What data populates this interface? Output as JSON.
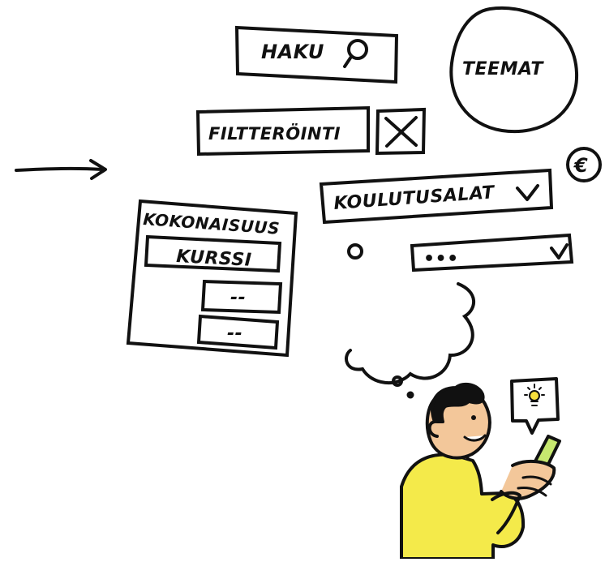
{
  "search": {
    "label": "HAKU",
    "icon": "search-icon"
  },
  "themes": {
    "label": "TEEMAT"
  },
  "filter": {
    "label": "FILTTERÖINTI",
    "clear_icon": "close-icon"
  },
  "currency": {
    "symbol": "€"
  },
  "fields_dropdown": {
    "label": "KOULUTUSALAT",
    "icon": "chevron-down-icon"
  },
  "secondary_dropdown": {
    "label": "•••",
    "icon": "chevron-down-icon"
  },
  "radio": {
    "icon": "radio-circle-icon"
  },
  "panel": {
    "title": "KOKONAISUUS",
    "course_label": "KURSSI",
    "item_1": "--",
    "item_2": "--"
  },
  "illustration": {
    "idea_icon": "lightbulb-icon",
    "colors": {
      "shirt": "#f4ea4a",
      "skin": "#f3c79a",
      "phone": "#c7e86f",
      "ink": "#111111"
    }
  }
}
